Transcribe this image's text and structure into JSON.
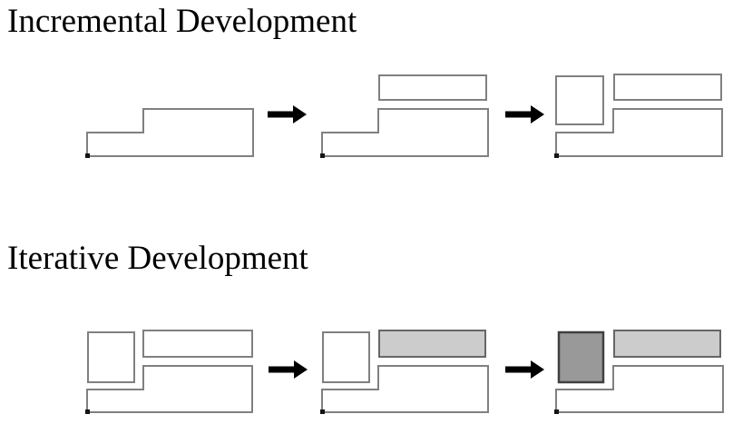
{
  "titles": {
    "incremental": "Incremental Development",
    "iterative": "Iterative Development"
  },
  "colors": {
    "background": "#ffffff",
    "title_text": "#000000",
    "outline": "#808080",
    "shape_fill": "#ffffff",
    "feature_fill_light": "#cccccc",
    "feature_border_light": "#666666",
    "feature_fill_dark": "#999999",
    "feature_border_dark": "#404040",
    "arrow": "#000000",
    "corner_tick": "#141414"
  },
  "diagram": {
    "incremental": {
      "title": "Incremental Development",
      "stages": [
        {
          "blocks": [
            "base-step"
          ],
          "fills": {
            "step": "white"
          }
        },
        {
          "blocks": [
            "base-step",
            "top-rectangle"
          ],
          "fills": {
            "step": "white",
            "rectangle": "white"
          }
        },
        {
          "blocks": [
            "base-step",
            "top-rectangle",
            "side-square"
          ],
          "fills": {
            "step": "white",
            "rectangle": "white",
            "square": "white"
          }
        }
      ]
    },
    "iterative": {
      "title": "Iterative Development",
      "stages": [
        {
          "blocks": [
            "base-step",
            "top-rectangle",
            "side-square"
          ],
          "fills": {
            "step": "white",
            "rectangle": "white",
            "square": "white"
          }
        },
        {
          "blocks": [
            "base-step",
            "top-rectangle",
            "side-square"
          ],
          "fills": {
            "step": "white",
            "rectangle": "light-gray",
            "square": "white"
          }
        },
        {
          "blocks": [
            "base-step",
            "top-rectangle",
            "side-square"
          ],
          "fills": {
            "step": "white",
            "rectangle": "light-gray",
            "square": "dark-gray"
          }
        }
      ]
    }
  }
}
